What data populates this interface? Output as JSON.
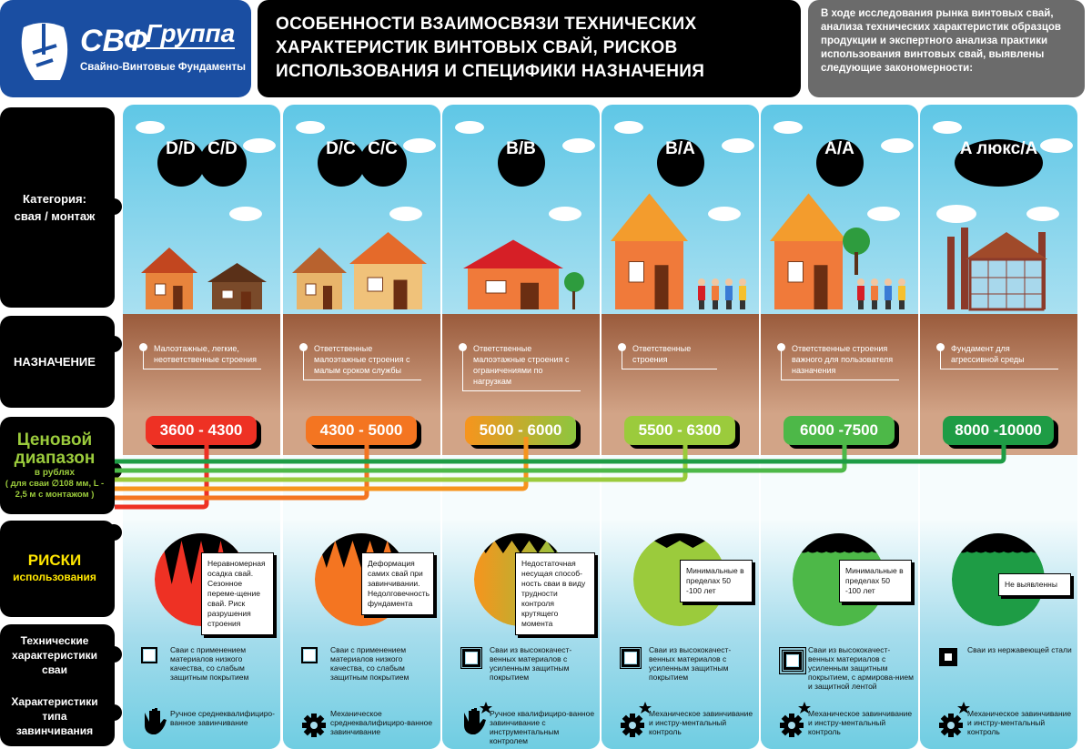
{
  "header": {
    "logo": {
      "brand": "СВФ",
      "group": "Группа",
      "subtitle": "Свайно-Винтовые Фундаменты",
      "color": "#1a4ea2"
    },
    "title": "ОСОБЕННОСТИ ВЗАИМОСВЯЗИ ТЕХНИЧЕСКИХ ХАРАКТЕРИСТИК ВИНТОВЫХ СВАЙ, РИСКОВ ИСПОЛЬЗОВАНИЯ И СПЕЦИФИКИ НАЗНАЧЕНИЯ",
    "intro": "В ходе исследования рынка винтовых свай, анализа технических характеристик образцов продукции и экспертного анализа практики использования винтовых свай, выявлены следующие закономерности:"
  },
  "row_labels": {
    "category": "Категория: свая / монтаж",
    "purpose": "НАЗНАЧЕНИЕ",
    "price_title": "Ценовой диапазон",
    "price_unit": "в рублях",
    "price_note": "( для сваи ∅108 мм, L - 2,5 м с монтажом )",
    "risks_title": "РИСКИ",
    "risks_sub": "использования",
    "tech": "Технические характеристики сваи",
    "install": "Характеристики типа завинчивания"
  },
  "columns": [
    {
      "category": [
        "D/D",
        "C/D"
      ],
      "scene": "small-houses",
      "purpose": "Малоэтажные, легкие, неответственные строения",
      "price": "3600 - 4300",
      "color": "#ee3124",
      "risk": "Неравномерная осадка свай. Сезонное переме-щение свай. Риск разрушения строения",
      "risk_level": "high",
      "tech_icon": "square-1",
      "tech": "Сваи с применением материалов низкого качества, со слабым защитным покрытием",
      "install_icon": "hand-icon",
      "install_star": false,
      "install": "Ручное среднеквалифициро-ванное завинчивание"
    },
    {
      "category": [
        "D/C",
        "C/C"
      ],
      "scene": "cottages",
      "purpose": "Ответственные малоэтажные строения с малым сроком службы",
      "price": "4300 - 5000",
      "color": "#f47521",
      "risk": "Деформация самих свай при завинчивании. Недолговечность фундамента",
      "risk_level": "medium-high",
      "tech_icon": "square-1",
      "tech": "Сваи с применением материалов низкого качества, со слабым защитным покрытием",
      "install_icon": "gear-icon",
      "install_star": false,
      "install": "Механическое среднеквалифициро-ванное завинчивание"
    },
    {
      "category": [
        "B/B"
      ],
      "scene": "house-red-roof",
      "purpose": "Ответственные малоэтажные строения с ограничениями по нагрузкам",
      "price": "5000 - 6000",
      "color": "#f7941d",
      "color2": "#8dc63f",
      "risk": "Недостаточная несущая способ-ность сваи в виду трудности контроля крутящего момента",
      "risk_level": "medium",
      "tech_icon": "square-2",
      "tech": "Сваи из высококачест-венных материалов с усиленным защитным покрытием",
      "install_icon": "hand-icon",
      "install_star": true,
      "install": "Ручное квалифициро-ванное завинчивание с инструментальным контролем"
    },
    {
      "category": [
        "B/A"
      ],
      "scene": "mansion-family",
      "purpose": "Ответственные строения",
      "price": "5500 - 6300",
      "color": "#9bcb3c",
      "risk": "Минимальные в пределах 50 -100 лет",
      "risk_level": "low",
      "tech_icon": "square-2",
      "tech": "Сваи из высококачест-венных материалов с усиленным защитным покрытием",
      "install_icon": "gear-icon",
      "install_star": true,
      "install": "Механическое завинчивание и инстру-ментальный контроль"
    },
    {
      "category": [
        "A/A"
      ],
      "scene": "mansion-family-tree",
      "purpose": "Ответственные строения важного для пользователя назначения",
      "price": "6000 -7500",
      "color": "#4db848",
      "risk": "Минимальные в пределах 50 -100 лет",
      "risk_level": "very-low",
      "tech_icon": "square-3",
      "tech": "Сваи из высококачест-венных материалов с усиленным защитным покрытием, с армирова-нием и защитной лентой",
      "install_icon": "gear-icon",
      "install_star": true,
      "install": "Механическое завинчивание и инстру-ментальный контроль"
    },
    {
      "category": [
        "A люкс/A"
      ],
      "scene": "factory",
      "purpose": "Фундамент для агрессивной среды",
      "price": "8000 -10000",
      "color": "#1e9c45",
      "risk": "Не выявленны",
      "risk_level": "none",
      "tech_icon": "square-solid",
      "tech": "Сваи из нержавеющей стали",
      "install_icon": "gear-icon",
      "install_star": true,
      "install": "Механическое завинчивание и инстру-ментальный контроль"
    }
  ]
}
